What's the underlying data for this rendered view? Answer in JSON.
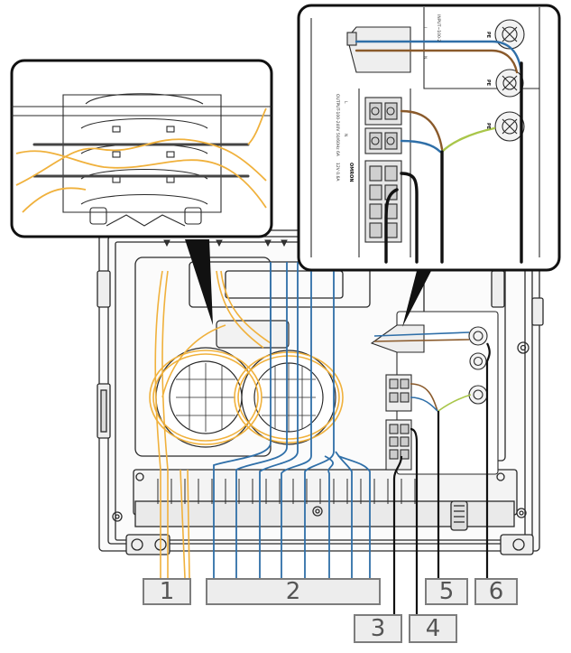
{
  "callouts": [
    {
      "id": "1",
      "text": "1"
    },
    {
      "id": "2",
      "text": "2"
    },
    {
      "id": "3",
      "text": "3"
    },
    {
      "id": "4",
      "text": "4"
    },
    {
      "id": "5",
      "text": "5"
    },
    {
      "id": "6",
      "text": "6"
    }
  ],
  "inset_terminals": {
    "input_label": "INPUT~100-2",
    "l": "L",
    "n": "N",
    "pe1": "PE",
    "pe2": "PE",
    "pe3": "PE",
    "output_label": "OUTPUT-100-240V 50/60Hz 6A",
    "out_l": "L",
    "out_n": "N",
    "dc_label": "12V 0.6A",
    "dc_brand": "OMRON"
  },
  "colors": {
    "fiber": "#f0b13c",
    "blue_cable": "#2f6fa8",
    "brown_wire": "#8a5a2b",
    "ground_wire": "#a9c64a",
    "black_wire": "#111111",
    "outline": "#2a2a2a",
    "label_bg": "#ededed",
    "label_border": "#7d7d7d"
  }
}
